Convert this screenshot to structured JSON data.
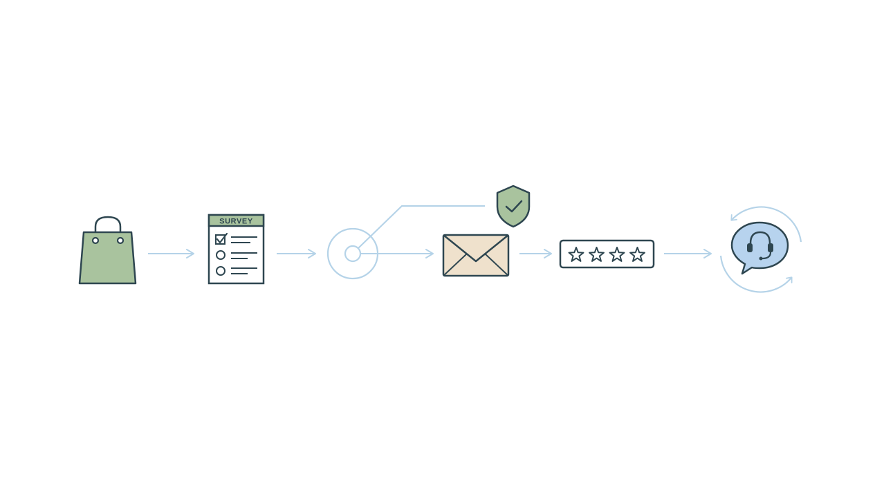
{
  "diagram": {
    "steps": [
      {
        "icon": "shopping-bag-icon"
      },
      {
        "icon": "survey-form-icon",
        "header_label": "SURVEY"
      },
      {
        "icon": "target-node-icon"
      },
      {
        "icon": "envelope-icon",
        "badge_icon": "shield-check-icon"
      },
      {
        "icon": "star-rating-icon",
        "star_count": 4
      },
      {
        "icon": "support-headset-chat-icon"
      }
    ],
    "connectors": 5
  },
  "colors": {
    "outline": "#2e4650",
    "sage_green": "#a9c39e",
    "arrow_blue": "#b5d3e8",
    "envelope_fill": "#efe1cc",
    "chat_fill": "#b7d3ee",
    "background": "#ffffff"
  }
}
